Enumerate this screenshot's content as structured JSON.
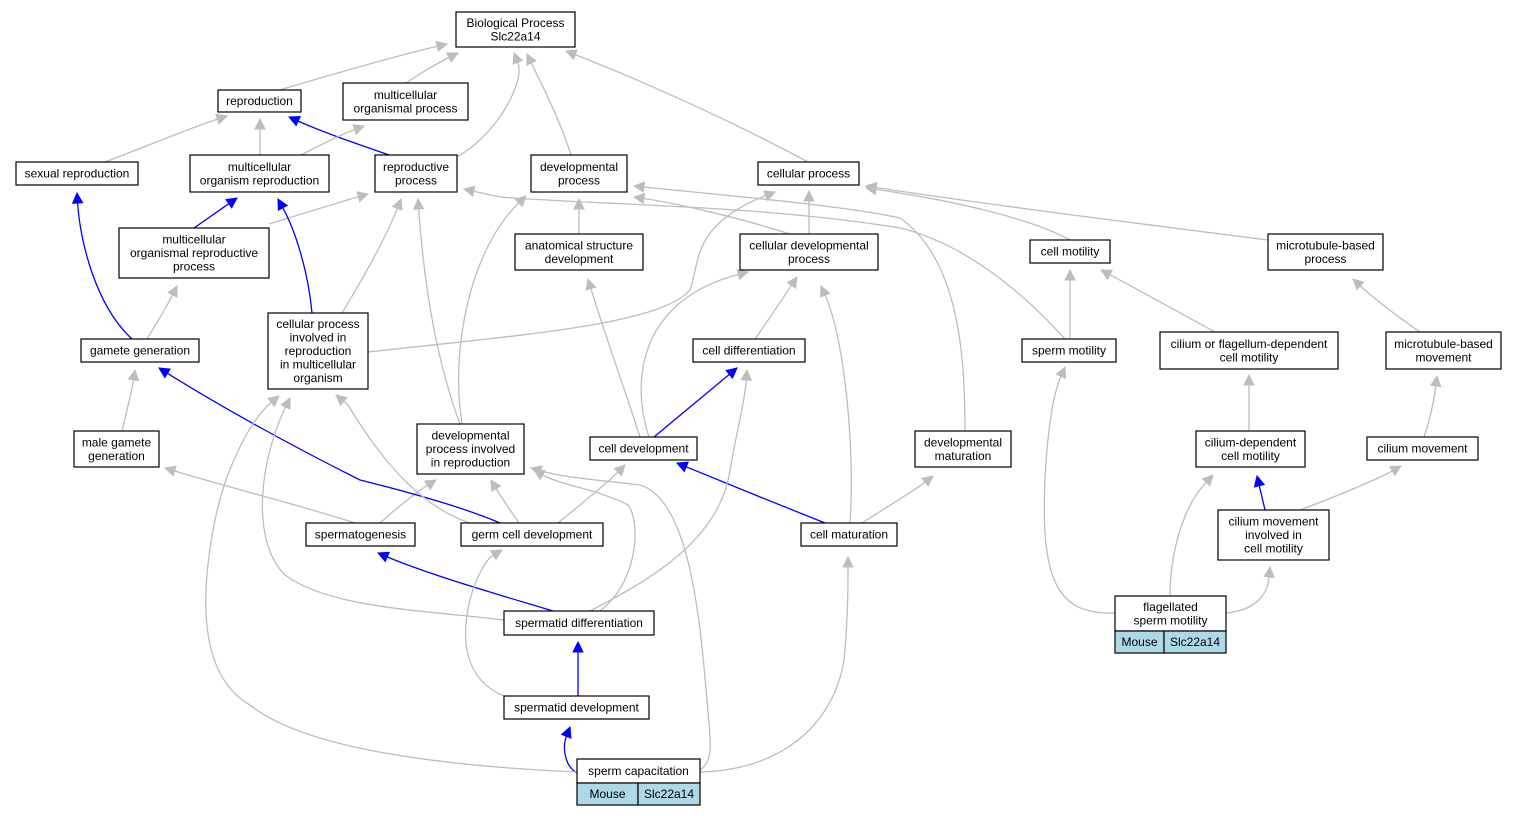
{
  "diagram": {
    "type": "GO biological process graph",
    "colors": {
      "edge_default": "#bdbdbd",
      "edge_highlight": "#0000ff",
      "node_fill": "#ffffff",
      "node_border": "#000000",
      "annotation_fill": "#add8e6"
    },
    "nodes": [
      {
        "id": "bp",
        "lines": [
          "Biological Process",
          "Slc22a14"
        ]
      },
      {
        "id": "reproduction",
        "lines": [
          "reproduction"
        ]
      },
      {
        "id": "mop",
        "lines": [
          "multicellular",
          "organismal process"
        ]
      },
      {
        "id": "sexrep",
        "lines": [
          "sexual reproduction"
        ]
      },
      {
        "id": "mor",
        "lines": [
          "multicellular",
          "organism reproduction"
        ]
      },
      {
        "id": "repproc",
        "lines": [
          "reproductive",
          "process"
        ]
      },
      {
        "id": "devproc",
        "lines": [
          "developmental",
          "process"
        ]
      },
      {
        "id": "cellproc",
        "lines": [
          "cellular process"
        ]
      },
      {
        "id": "morp",
        "lines": [
          "multicellular",
          "organismal reproductive",
          "process"
        ]
      },
      {
        "id": "asd",
        "lines": [
          "anatomical structure",
          "development"
        ]
      },
      {
        "id": "cdp",
        "lines": [
          "cellular developmental",
          "process"
        ]
      },
      {
        "id": "cellmot",
        "lines": [
          "cell motility"
        ]
      },
      {
        "id": "mtbp",
        "lines": [
          "microtubule-based",
          "process"
        ]
      },
      {
        "id": "gamgen",
        "lines": [
          "gamete generation"
        ]
      },
      {
        "id": "cpirmo",
        "lines": [
          "cellular process",
          "involved in",
          "reproduction",
          "in multicellular",
          "organism"
        ]
      },
      {
        "id": "celldiff",
        "lines": [
          "cell differentiation"
        ]
      },
      {
        "id": "spermmot",
        "lines": [
          "sperm motility"
        ]
      },
      {
        "id": "cfdcm",
        "lines": [
          "cilium or flagellum-dependent",
          "cell motility"
        ]
      },
      {
        "id": "mtbm",
        "lines": [
          "microtubule-based",
          "movement"
        ]
      },
      {
        "id": "malegam",
        "lines": [
          "male gamete",
          "generation"
        ]
      },
      {
        "id": "dpir",
        "lines": [
          "developmental",
          "process involved",
          "in reproduction"
        ]
      },
      {
        "id": "celldev",
        "lines": [
          "cell development"
        ]
      },
      {
        "id": "devmat",
        "lines": [
          "developmental",
          "maturation"
        ]
      },
      {
        "id": "cdcm",
        "lines": [
          "cilium-dependent",
          "cell motility"
        ]
      },
      {
        "id": "cilmov",
        "lines": [
          "cilium movement"
        ]
      },
      {
        "id": "spermato",
        "lines": [
          "spermatogenesis"
        ]
      },
      {
        "id": "gcd",
        "lines": [
          "germ cell development"
        ]
      },
      {
        "id": "cellmat",
        "lines": [
          "cell maturation"
        ]
      },
      {
        "id": "cmicm",
        "lines": [
          "cilium movement",
          "involved in",
          "cell motility"
        ]
      },
      {
        "id": "stdiff",
        "lines": [
          "spermatid differentiation"
        ]
      },
      {
        "id": "fsm",
        "lines": [
          "flagellated",
          "sperm motility"
        ]
      },
      {
        "id": "stdev",
        "lines": [
          "spermatid development"
        ]
      },
      {
        "id": "spcap",
        "lines": [
          "sperm capacitation"
        ]
      }
    ],
    "annotations": [
      {
        "node": "fsm",
        "cells": [
          "Mouse",
          "Slc22a14"
        ]
      },
      {
        "node": "spcap",
        "cells": [
          "Mouse",
          "Slc22a14"
        ]
      }
    ],
    "edges": [
      {
        "from": "reproduction",
        "to": "bp",
        "highlight": false
      },
      {
        "from": "mop",
        "to": "bp",
        "highlight": false
      },
      {
        "from": "repproc",
        "to": "bp",
        "highlight": false
      },
      {
        "from": "devproc",
        "to": "bp",
        "highlight": false
      },
      {
        "from": "cellproc",
        "to": "bp",
        "highlight": false
      },
      {
        "from": "sexrep",
        "to": "reproduction",
        "highlight": false
      },
      {
        "from": "mor",
        "to": "reproduction",
        "highlight": false
      },
      {
        "from": "repproc",
        "to": "reproduction",
        "highlight": true
      },
      {
        "from": "mor",
        "to": "mop",
        "highlight": false
      },
      {
        "from": "morp",
        "to": "mor",
        "highlight": true
      },
      {
        "from": "morp",
        "to": "repproc",
        "highlight": false
      },
      {
        "from": "gamgen",
        "to": "sexrep",
        "highlight": true
      },
      {
        "from": "gamgen",
        "to": "morp",
        "highlight": false
      },
      {
        "from": "cpirmo",
        "to": "mor",
        "highlight": true
      },
      {
        "from": "cpirmo",
        "to": "repproc",
        "highlight": false
      },
      {
        "from": "cpirmo",
        "to": "cellproc",
        "highlight": false
      },
      {
        "from": "asd",
        "to": "devproc",
        "highlight": false
      },
      {
        "from": "cdp",
        "to": "devproc",
        "highlight": false
      },
      {
        "from": "cdp",
        "to": "cellproc",
        "highlight": false
      },
      {
        "from": "cellmot",
        "to": "cellproc",
        "highlight": false
      },
      {
        "from": "mtbp",
        "to": "cellproc",
        "highlight": false
      },
      {
        "from": "spermmot",
        "to": "repproc",
        "highlight": false
      },
      {
        "from": "spermmot",
        "to": "cellmot",
        "highlight": false
      },
      {
        "from": "cfdcm",
        "to": "cellmot",
        "highlight": false
      },
      {
        "from": "mtbm",
        "to": "mtbp",
        "highlight": false
      },
      {
        "from": "celldiff",
        "to": "cdp",
        "highlight": false
      },
      {
        "from": "celldev",
        "to": "cdp",
        "highlight": false
      },
      {
        "from": "celldev",
        "to": "asd",
        "highlight": false
      },
      {
        "from": "celldev",
        "to": "celldiff",
        "highlight": true
      },
      {
        "from": "dpir",
        "to": "repproc",
        "highlight": false
      },
      {
        "from": "dpir",
        "to": "devproc",
        "highlight": false
      },
      {
        "from": "malegam",
        "to": "gamgen",
        "highlight": false
      },
      {
        "from": "devmat",
        "to": "devproc",
        "highlight": false
      },
      {
        "from": "cdcm",
        "to": "cfdcm",
        "highlight": false
      },
      {
        "from": "cilmov",
        "to": "mtbm",
        "highlight": false
      },
      {
        "from": "spermato",
        "to": "malegam",
        "highlight": false
      },
      {
        "from": "spermato",
        "to": "dpir",
        "highlight": false
      },
      {
        "from": "gcd",
        "to": "gamgen",
        "highlight": true
      },
      {
        "from": "gcd",
        "to": "cpirmo",
        "highlight": false
      },
      {
        "from": "gcd",
        "to": "dpir",
        "highlight": false
      },
      {
        "from": "gcd",
        "to": "celldev",
        "highlight": false
      },
      {
        "from": "cellmat",
        "to": "celldev",
        "highlight": true
      },
      {
        "from": "cellmat",
        "to": "cdp",
        "highlight": false
      },
      {
        "from": "cellmat",
        "to": "devmat",
        "highlight": false
      },
      {
        "from": "cmicm",
        "to": "cdcm",
        "highlight": true
      },
      {
        "from": "cmicm",
        "to": "cilmov",
        "highlight": false
      },
      {
        "from": "stdiff",
        "to": "spermato",
        "highlight": true
      },
      {
        "from": "stdiff",
        "to": "cpirmo",
        "highlight": false
      },
      {
        "from": "stdiff",
        "to": "celldiff",
        "highlight": false
      },
      {
        "from": "stdiff",
        "to": "dpir",
        "highlight": false
      },
      {
        "from": "fsm",
        "to": "spermmot",
        "highlight": false
      },
      {
        "from": "fsm",
        "to": "cdcm",
        "highlight": false
      },
      {
        "from": "fsm",
        "to": "cmicm",
        "highlight": false
      },
      {
        "from": "stdev",
        "to": "stdiff",
        "highlight": true
      },
      {
        "from": "stdev",
        "to": "gcd",
        "highlight": false
      },
      {
        "from": "spcap",
        "to": "stdev",
        "highlight": true
      },
      {
        "from": "spcap",
        "to": "cpirmo",
        "highlight": false
      },
      {
        "from": "spcap",
        "to": "dpir",
        "highlight": false
      },
      {
        "from": "spcap",
        "to": "cellmat",
        "highlight": false
      }
    ]
  }
}
